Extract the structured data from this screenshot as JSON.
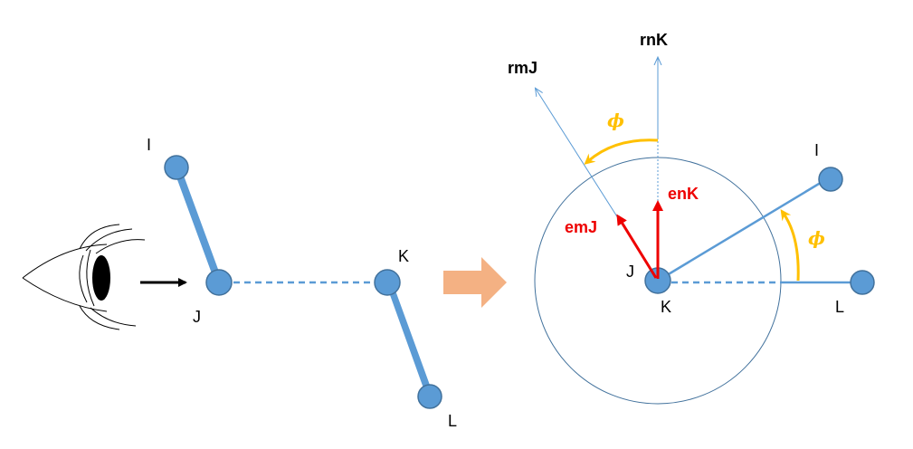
{
  "colors": {
    "atom": "#5b9bd5",
    "atom_stroke": "#41719c",
    "bond": "#5b9bd5",
    "thin_line": "#5b9bd5",
    "circle": "#41719c",
    "red_vector": "#ee0000",
    "angle": "#ffc000",
    "big_arrow": "#f4b183",
    "black": "#000000"
  },
  "left_view": {
    "atoms": {
      "I": "I",
      "J": "J",
      "K": "K",
      "L": "L"
    }
  },
  "right_view": {
    "axes": {
      "rnK": "rnK",
      "rmJ": "rmJ"
    },
    "vectors": {
      "enK": "enK",
      "emJ": "emJ"
    },
    "atoms": {
      "I": "I",
      "J": "J",
      "K": "K",
      "L": "L"
    },
    "angle_symbol": "ϕ"
  }
}
